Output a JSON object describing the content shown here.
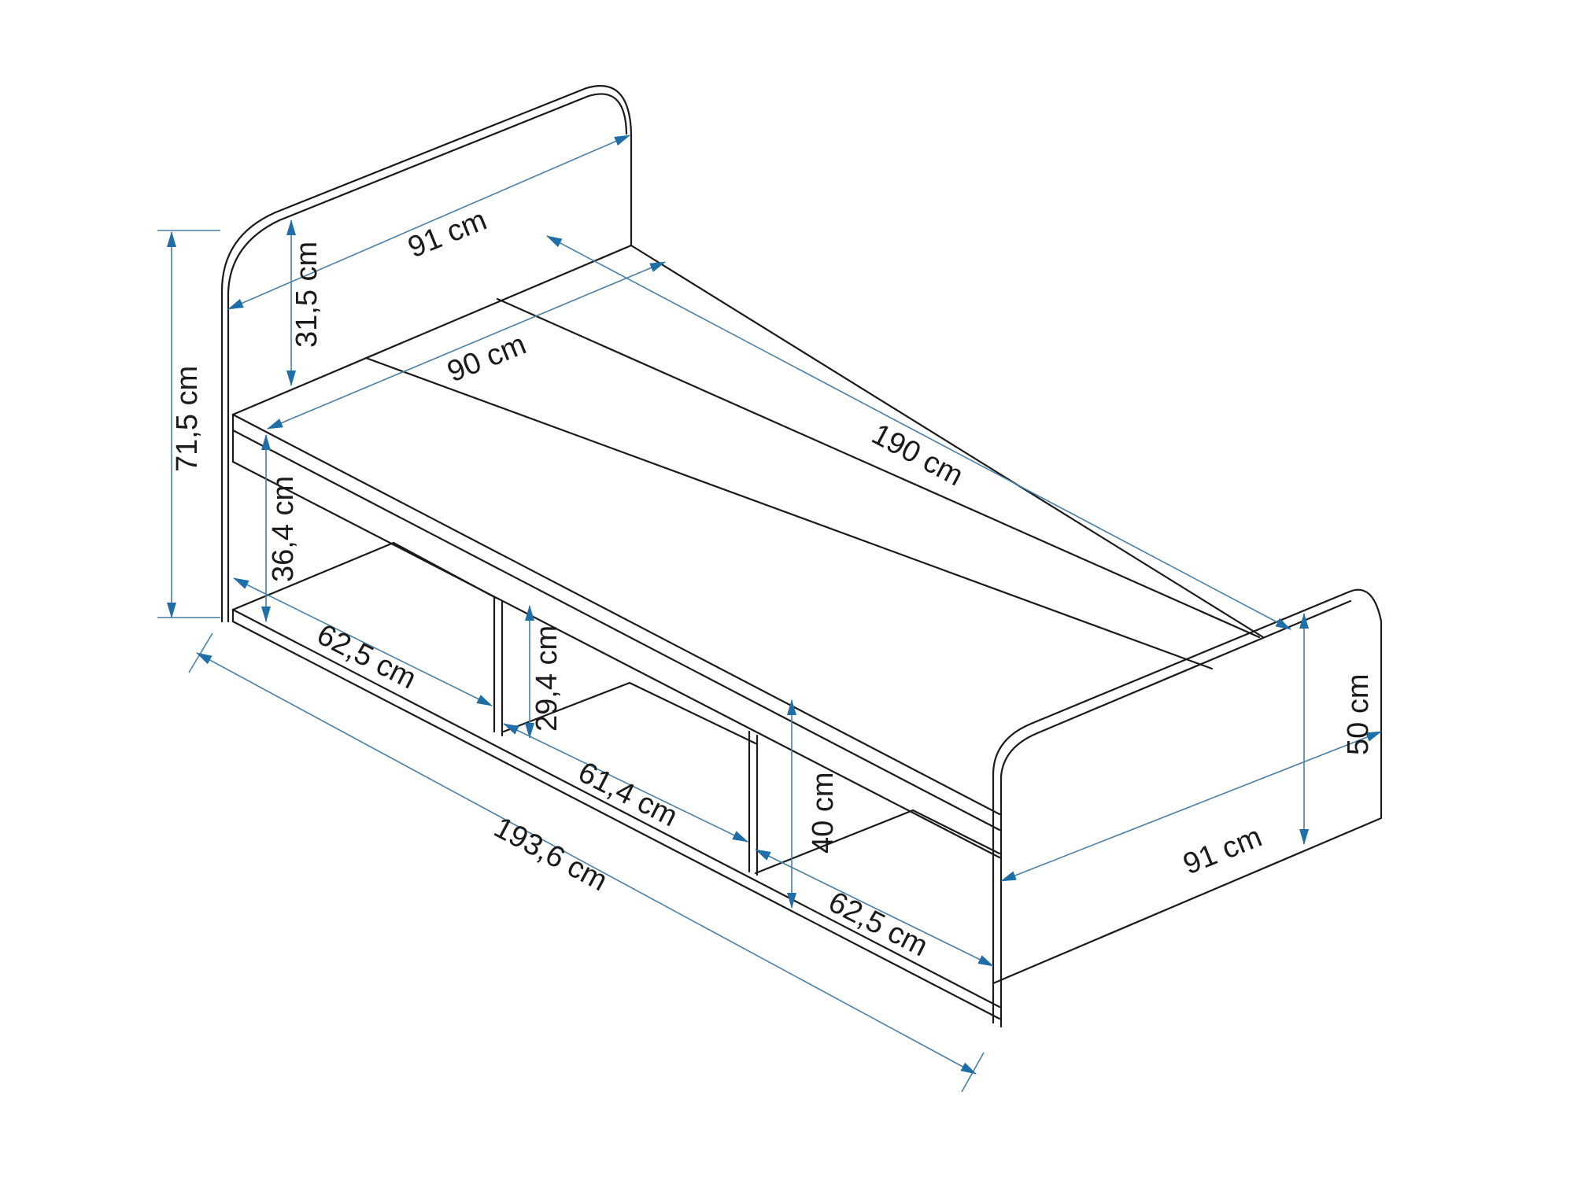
{
  "diagram": {
    "subject": "single bed with open storage compartments",
    "colors": {
      "outline": "#1a1a1a",
      "dimension_line": "#4a7fa6",
      "arrowhead": "#1f6ea8",
      "background": "#ffffff"
    },
    "dimensions": {
      "headboard_width": "91 cm",
      "headboard_upper_height": "31,5 cm",
      "total_height": "71,5 cm",
      "mattress_width": "90 cm",
      "mattress_length": "190 cm",
      "side_height": "36,4 cm",
      "compartment_1_length": "62,5 cm",
      "compartment_2_height": "29,4 cm",
      "compartment_2_length": "61,4 cm",
      "compartment_3_height": "40 cm",
      "compartment_3_length": "62,5 cm",
      "total_length": "193,6 cm",
      "footboard_width": "91 cm",
      "footboard_height": "50 cm"
    }
  }
}
